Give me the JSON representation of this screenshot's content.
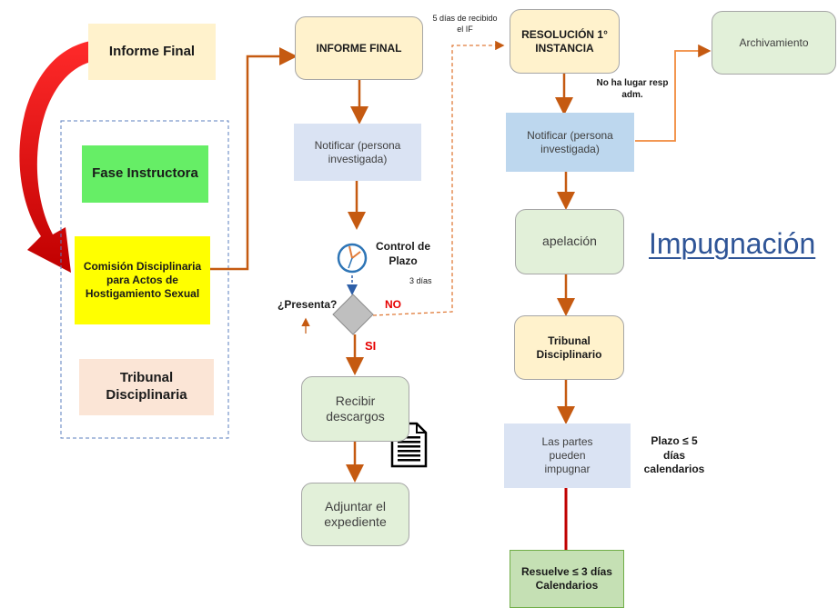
{
  "legend": {
    "informe_final": "Informe Final",
    "fase_instructora": "Fase Instructora",
    "comision": "Comisión Disciplinaria para Actos de Hostigamiento Sexual",
    "tribunal": "Tribunal Disciplinaria"
  },
  "flow": {
    "informe_final": "INFORME FINAL",
    "notificar": "Notificar (persona investigada)",
    "control_plazo": "Control de Plazo",
    "tres_dias": "3 días",
    "presenta": "¿Presenta?",
    "no": "NO",
    "si": "SI",
    "recibir": "Recibir descargos",
    "adjuntar": "Adjuntar el expediente",
    "cinco_dias": "5 días de recibido el IF"
  },
  "resolution": {
    "resolucion": "RESOLUCIÓN 1° INSTANCIA",
    "archivamiento": "Archivamiento",
    "no_ha_lugar": "No ha lugar resp adm.",
    "notificar": "Notificar (persona investigada)",
    "apelacion": "apelación",
    "impugnacion": "Impugnación",
    "tribunal": "Tribunal Disciplinario",
    "partes": "Las partes pueden impugnar",
    "plazo": "Plazo ≤ 5 días calendarios",
    "resuelve": "Resuelve ≤ 3 días Calendarios"
  },
  "colors": {
    "arrow": "#c55a11",
    "big_arrow": "#e60000",
    "cream": "#fff2cc",
    "green_bright": "#66ee66",
    "yellow": "#ffff00",
    "peach": "#fbe5d6",
    "light_blue": "#dae3f3",
    "mid_blue": "#bdd7ee",
    "light_green": "#e2f0d9",
    "green_box": "#c5e0b4",
    "impugnacion": "#2f5597"
  }
}
